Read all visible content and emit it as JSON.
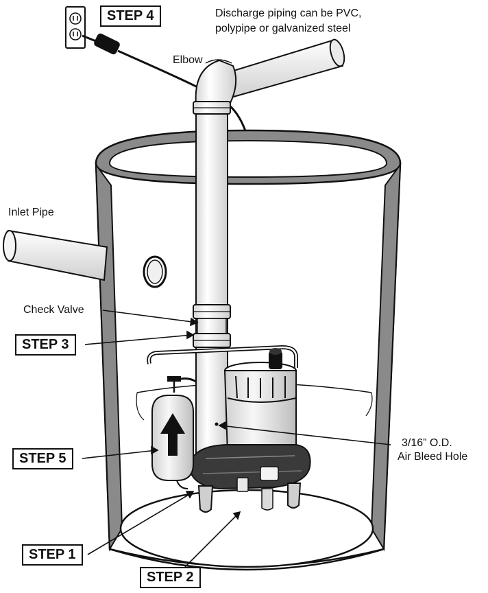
{
  "steps": {
    "step1": "STEP 1",
    "step2": "STEP 2",
    "step3": "STEP 3",
    "step4": "STEP 4",
    "step5": "STEP 5"
  },
  "labels": {
    "discharge_line1": "Discharge piping can be PVC,",
    "discharge_line2": "polypipe or galvanized steel",
    "elbow": "Elbow",
    "inlet_pipe": "Inlet Pipe",
    "check_valve": "Check Valve",
    "air_bleed_line1": "3/16” O.D.",
    "air_bleed_line2": "Air Bleed Hole"
  },
  "colors": {
    "ink": "#111111",
    "basin_wall": "#8a8a8a",
    "pipe_fill": "#f2f2f2"
  }
}
